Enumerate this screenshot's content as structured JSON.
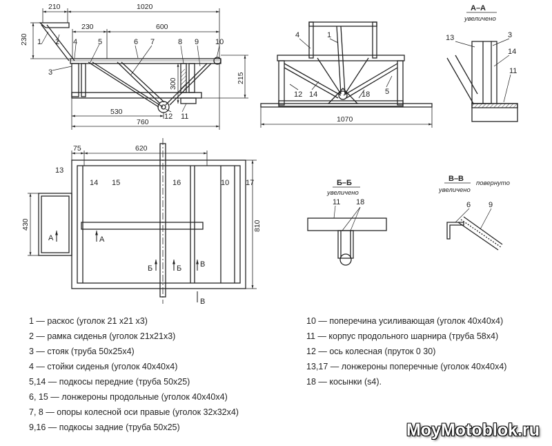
{
  "side_view": {
    "dims": [
      "210",
      "1020",
      "230",
      "230",
      "600",
      "300",
      "215",
      "530",
      "760"
    ],
    "callouts": [
      "1",
      "2",
      "3",
      "4",
      "5",
      "6",
      "7",
      "8",
      "9",
      "10",
      "12",
      "11"
    ]
  },
  "rear_view": {
    "dims": [
      "1070"
    ],
    "callouts": [
      "4",
      "1",
      "12",
      "14",
      "18",
      "5"
    ]
  },
  "section_aa": {
    "title": "А–А",
    "subtitle": "увеличено",
    "callouts": [
      "13",
      "3",
      "14",
      "11"
    ]
  },
  "plan_view": {
    "dims": [
      "75",
      "620",
      "430",
      "810"
    ],
    "callouts": [
      "13",
      "14",
      "15",
      "16",
      "10",
      "17"
    ],
    "cut_marks": [
      "А",
      "А",
      "Б",
      "Б",
      "В",
      "В"
    ]
  },
  "section_bb": {
    "title": "Б–Б",
    "subtitle": "увеличено",
    "callouts": [
      "11",
      "18"
    ]
  },
  "section_vv": {
    "title": "В–В",
    "subtitle": "увеличено",
    "note": "повернуто",
    "callouts": [
      "6",
      "9"
    ]
  },
  "legend": {
    "left": [
      "1 — раскос (уголок 21 х21 х3)",
      "2 — рамка сиденья (уголок 21х21х3)",
      "3 — стояк (труба 50х25х4)",
      "4 — стойки сиденья (уголок 40х40х4)",
      "5,14 — подкосы передние (труба 50х25)",
      "6, 15 — лонжероны продольные (уголок 40х40х4)",
      "7, 8 — опоры колесной оси правые (уголок 32х32х4)",
      "9,16 — подкосы задние (труба 50х25)"
    ],
    "right": [
      "10 — поперечина усиливающая (уголок 40х40х4)",
      "11 — корпус продольного шарнира (труба 58х4)",
      "12 — ось колесная (пруток 0 30)",
      "13,17 — лонжероны поперечные (уголок 40х40х4)",
      "18 — косынки (s4)."
    ]
  },
  "watermark": "MoyMotoblok.ru"
}
